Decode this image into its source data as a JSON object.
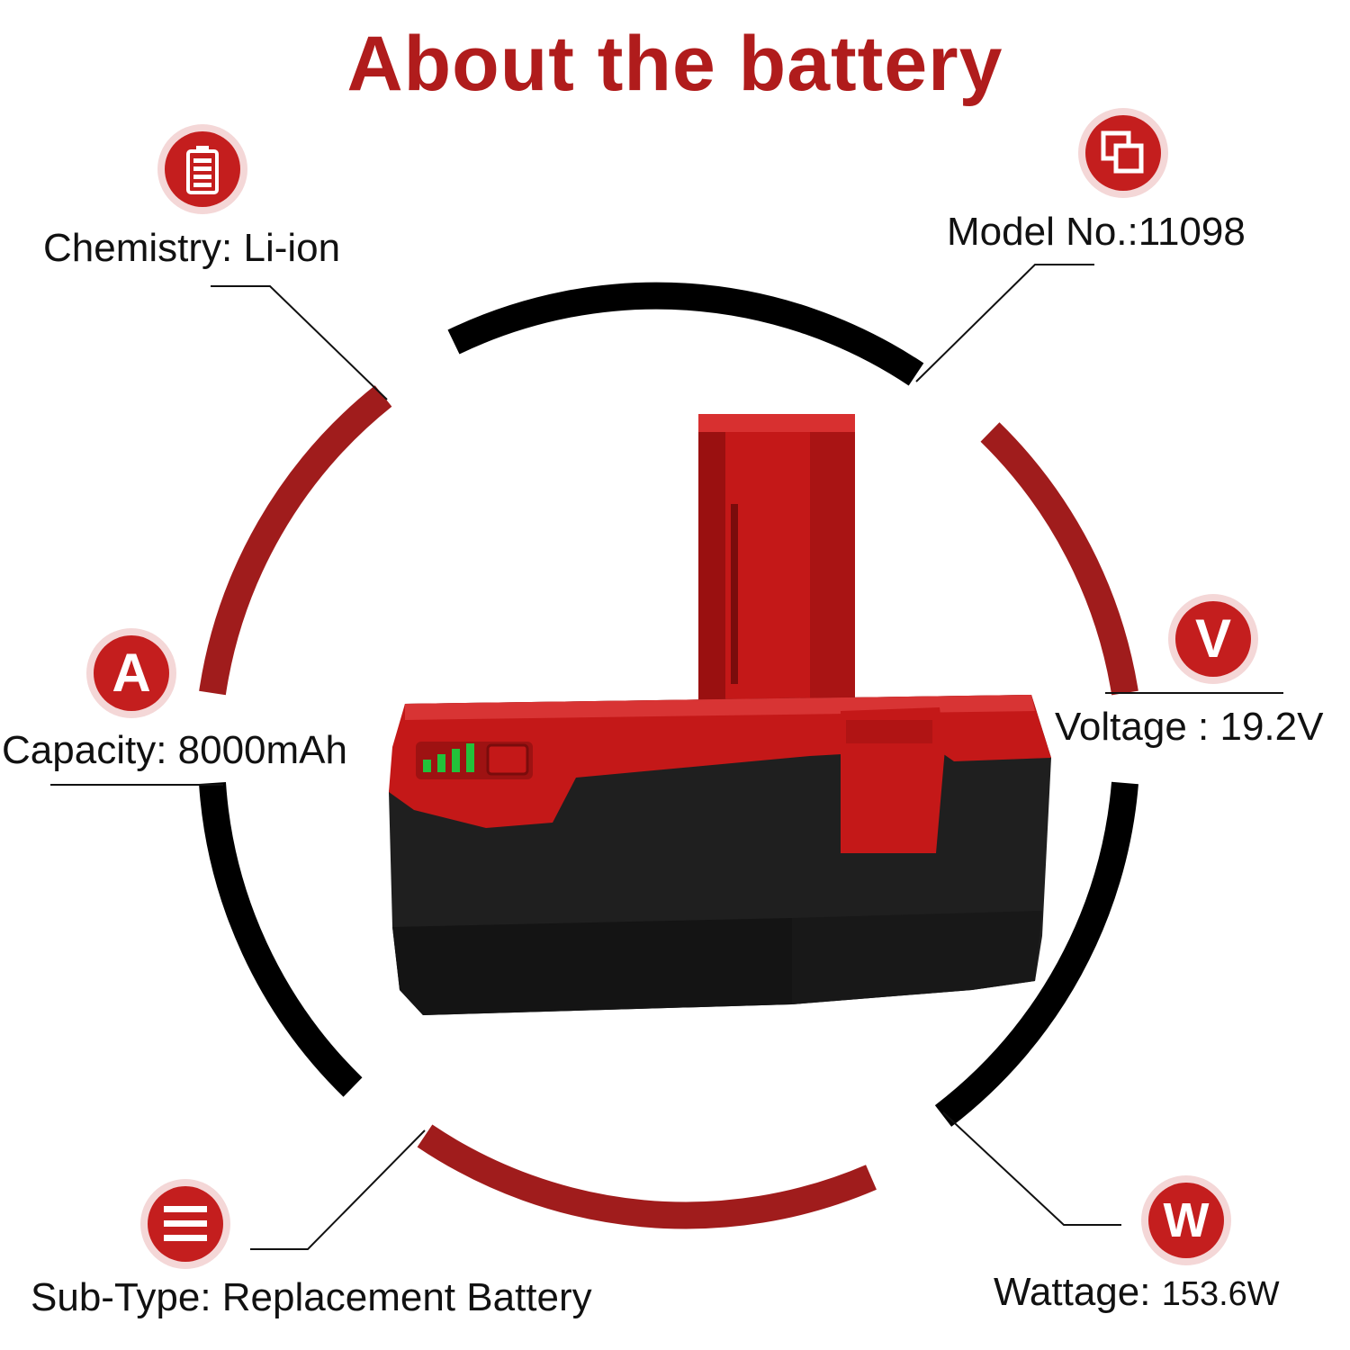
{
  "title": "About the battery",
  "specs": {
    "chemistry": "Chemistry: Li-ion",
    "model": "Model No.:11098",
    "capacity": "Capacity: 8000mAh",
    "voltage": "Voltage : 19.2V",
    "subtype": "Sub-Type: Replacement Battery",
    "wattage_label": "Wattage:",
    "wattage_value": "153.6W"
  },
  "badges": {
    "capacity_letter": "A",
    "voltage_letter": "V",
    "wattage_letter": "W"
  },
  "colors": {
    "accent_red": "#b01c1c",
    "badge_red": "#c41e1e",
    "badge_ring": "#f4d7d7",
    "arc_black": "#000000",
    "arc_red": "#a01c1c",
    "led_green": "#22c23a"
  },
  "icons": {
    "chemistry": "battery-icon",
    "model": "copy-icon",
    "capacity": "letter-a-icon",
    "voltage": "letter-v-icon",
    "subtype": "list-icon",
    "wattage": "letter-w-icon"
  },
  "battery_charge_leds_lit": 4
}
